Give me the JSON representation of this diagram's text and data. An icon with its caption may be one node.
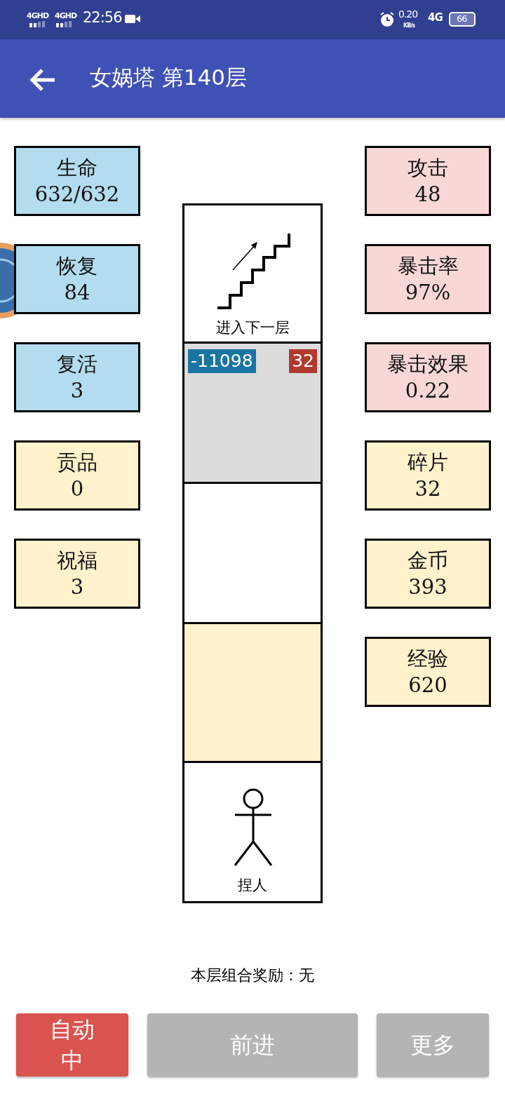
{
  "diagram": {
    "title": "女娲塔 第140层",
    "nodes": [
      {
        "text": [
          "生命",
          "632/632"
        ]
      },
      {
        "text": [
          "恢复",
          "84"
        ]
      },
      {
        "text": [
          "复活",
          "3"
        ]
      },
      {
        "text": [
          "贡品",
          "0"
        ]
      },
      {
        "text": [
          "祝福",
          "3"
        ]
      },
      {
        "text": [
          "进入下一层"
        ]
      },
      {
        "text": [
          "-11098",
          "32"
        ]
      },
      {
        "text": [],
        "shape": "box"
      },
      {
        "text": [],
        "shape": "box"
      },
      {
        "text": [
          "捏人"
        ]
      },
      {
        "text": [
          "攻击",
          "48"
        ]
      },
      {
        "text": [
          "暴击率",
          "97%"
        ]
      },
      {
        "text": [
          "暴击效果",
          "0.22"
        ]
      },
      {
        "text": [
          "碎片",
          "32"
        ]
      },
      {
        "text": [
          "金币",
          "393"
        ]
      },
      {
        "text": [
          "经验",
          "620"
        ]
      },
      {
        "text": [
          "自动中"
        ]
      },
      {
        "text": [
          "前进"
        ]
      },
      {
        "text": [
          "更多"
        ]
      }
    ],
    "labels": [
      "4GHD",
      "4GHD",
      "22:56",
      "0.20",
      "KB/s",
      "4G",
      "66",
      "本层组合奖励：无"
    ]
  }
}
